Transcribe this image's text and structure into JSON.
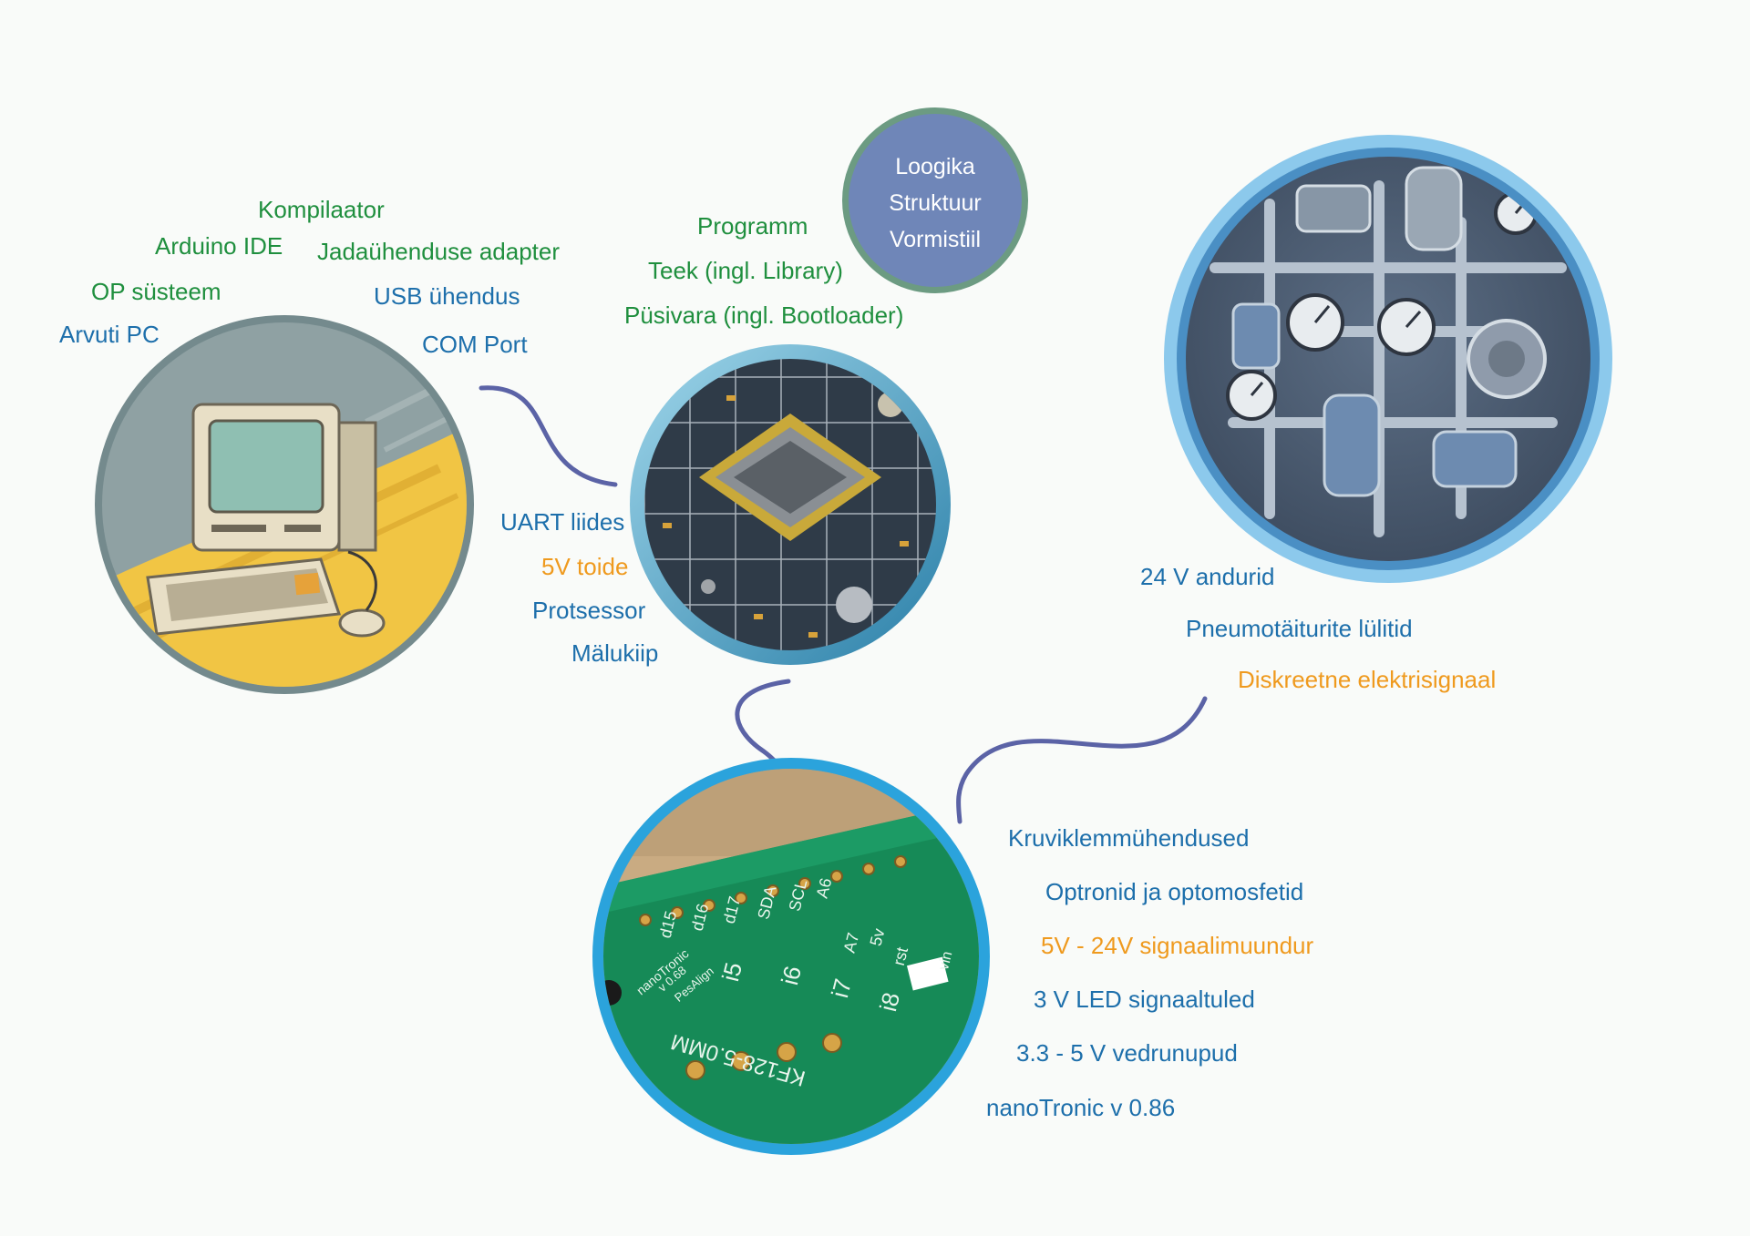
{
  "computer_labels": [
    "Kompilaator",
    "Arduino IDE",
    "Jadaühenduse adapter",
    "OP süsteem",
    "USB ühendus",
    "Arvuti PC",
    "COM Port"
  ],
  "software_labels": [
    "Programm",
    "Teek (ingl. Library)",
    "Püsivara (ingl. Bootloader)"
  ],
  "badge_lines": [
    "Loogika",
    "Struktuur",
    "Vormistiil"
  ],
  "chip_labels": [
    "UART liides",
    "5V toide",
    "Protsessor",
    "Mälukiip"
  ],
  "machine_labels": [
    "24 V andurid",
    "Pneumotäiturite lülitid",
    "Diskreetne elektrisignaal"
  ],
  "board_labels": [
    "Kruviklemmühendused",
    "Optronid ja optomosfetid",
    "5V - 24V signaalimuundur",
    "3 V LED signaaltuled",
    "3.3 - 5 V vedrunupud",
    "nanoTronic v 0.86"
  ],
  "board_silkscreen": [
    "nanoTronic",
    "v 0.68",
    "PesAlign",
    "d15",
    "d16",
    "d17",
    "SDA",
    "SCL",
    "A6",
    "A7",
    "5v",
    "rst",
    "vin",
    "i5",
    "i6",
    "i7",
    "i8",
    "KF128-5.0MM"
  ],
  "colors": {
    "green_text": "#1f8f3e",
    "blue_text": "#1d6fab",
    "orange_text": "#ef9a1e",
    "connector": "#5b63a6",
    "badge_fill": "#6f86b8",
    "badge_ring": "#6c9b82"
  }
}
